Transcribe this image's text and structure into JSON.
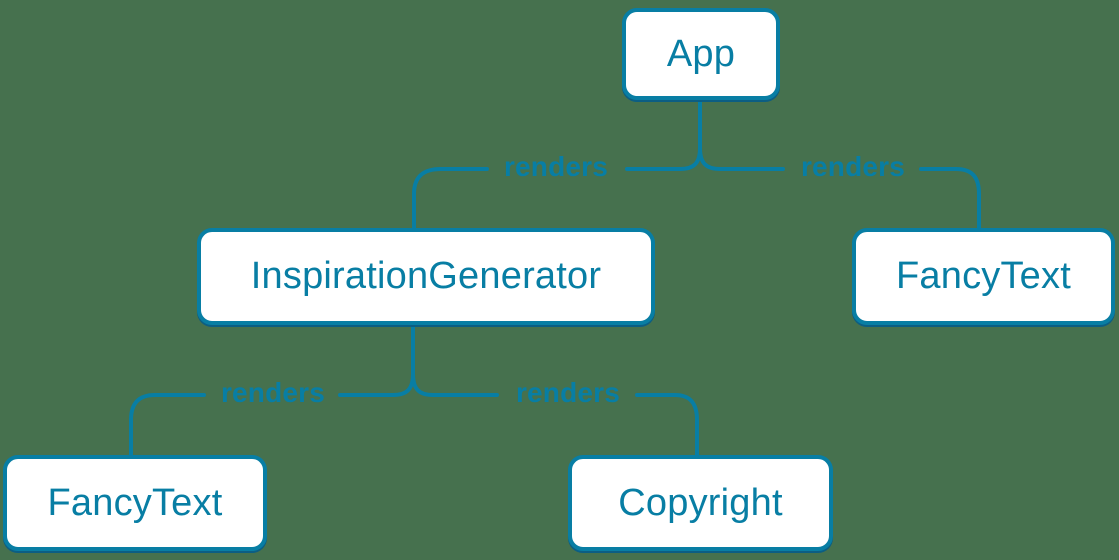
{
  "colors": {
    "background": "#46714e",
    "accent": "#087ea4",
    "node_fill": "#ffffff"
  },
  "diagram": {
    "type": "render-tree",
    "root": "App",
    "edges": [
      {
        "from": "App",
        "to": "InspirationGenerator",
        "label": "renders"
      },
      {
        "from": "App",
        "to": "FancyText",
        "label": "renders"
      },
      {
        "from": "InspirationGenerator",
        "to": "FancyText",
        "label": "renders"
      },
      {
        "from": "InspirationGenerator",
        "to": "Copyright",
        "label": "renders"
      }
    ]
  },
  "nodes": {
    "app": {
      "label": "App"
    },
    "inspiration_generator": {
      "label": "InspirationGenerator"
    },
    "fancy_text_top": {
      "label": "FancyText"
    },
    "fancy_text_bottom": {
      "label": "FancyText"
    },
    "copyright": {
      "label": "Copyright"
    }
  },
  "edge_labels": {
    "app_to_inspiration_generator": "renders",
    "app_to_fancy_text": "renders",
    "inspiration_generator_to_fancy_text": "renders",
    "inspiration_generator_to_copyright": "renders"
  }
}
